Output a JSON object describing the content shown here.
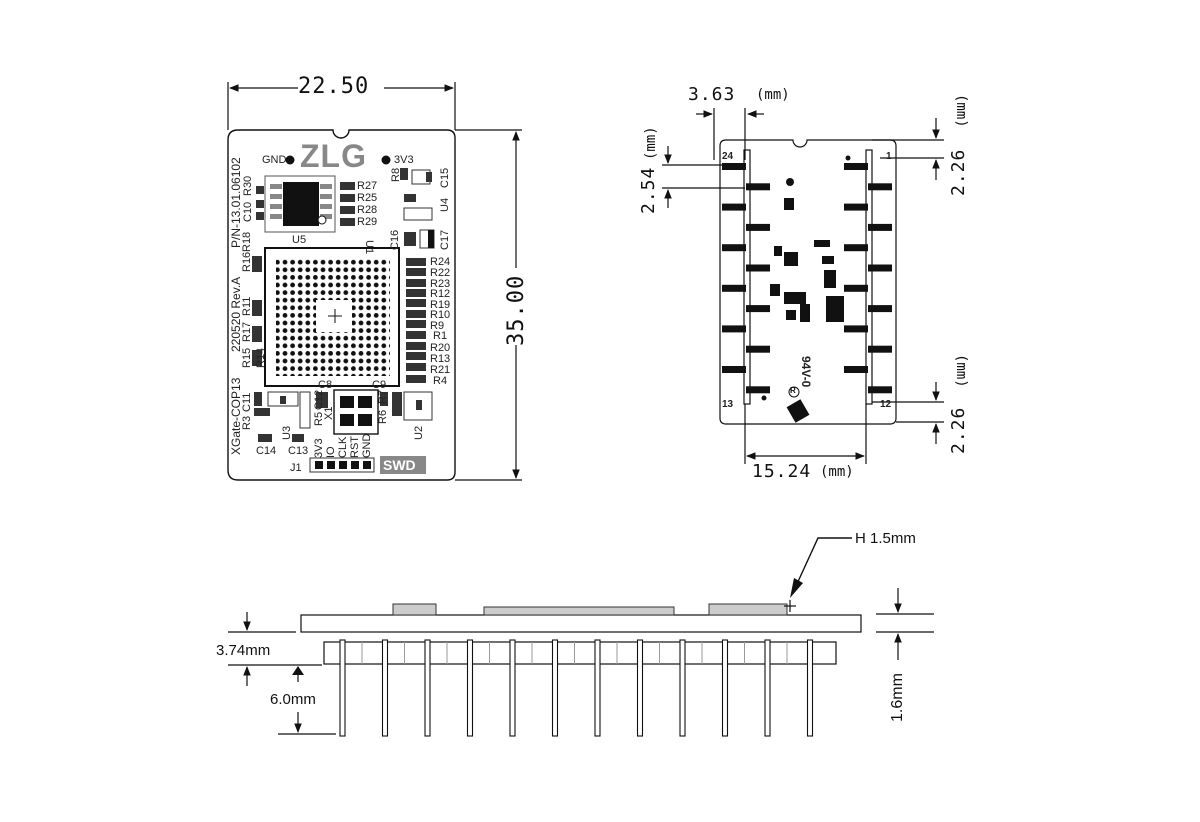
{
  "top_view": {
    "width_dim": "22.50",
    "height_dim": "35.00",
    "logo": "ZLG",
    "gnd_label": "GND",
    "v33_label": "3V3",
    "pn_text": "P/N-13.01.06102",
    "rev_text": "220520 Rev.A",
    "model_text": "XGate-COP13",
    "u5": "U5",
    "u1": "U1",
    "u4": "U4",
    "u3": "U3",
    "u2": "U2",
    "x1": "X1",
    "j1": "J1",
    "swd": "SWD",
    "left_refs_top": [
      "C10",
      "R30"
    ],
    "r_cluster_u5": [
      "R27",
      "R25",
      "R28",
      "R29"
    ],
    "r8": "R8",
    "c15": "C15",
    "c16": "C16",
    "c17": "C17",
    "right_refs": [
      "R24",
      "R22",
      "R23",
      "R12",
      "R19",
      "R10",
      "R9",
      "R1",
      "R20",
      "R13",
      "R21",
      "R4"
    ],
    "left_refs_mid": [
      "R16",
      "R18",
      "R11",
      "R17",
      "R15",
      "R14"
    ],
    "bottom_left_refs": [
      "C11",
      "R3",
      "C14",
      "C13",
      "R5",
      "C12"
    ],
    "c8": "C8",
    "c9": "C9",
    "r6": "R6",
    "r7": "R7",
    "swd_pins": [
      "3V3",
      "IO",
      "CLK",
      "RST",
      "GND"
    ]
  },
  "pin_view": {
    "pitch_dim": "3.63",
    "pitch_unit": "(mm)",
    "pin_pitch_dim": "2.54",
    "pin_pitch_unit": "(mm)",
    "edge_top_dim": "2.26",
    "edge_top_unit": "(mm)",
    "edge_bottom_dim": "2.26",
    "edge_bottom_unit": "(mm)",
    "row_dim": "15.24",
    "row_unit": "(mm)",
    "pin24": "24",
    "pin1": "1",
    "pin13": "13",
    "pin12": "12",
    "ul_text": "94V-0",
    "ul_mark": "R"
  },
  "side_view": {
    "component_height": "H 1.5mm",
    "board_thickness": "1.6mm",
    "header_height": "3.74mm",
    "pin_length": "6.0mm"
  }
}
